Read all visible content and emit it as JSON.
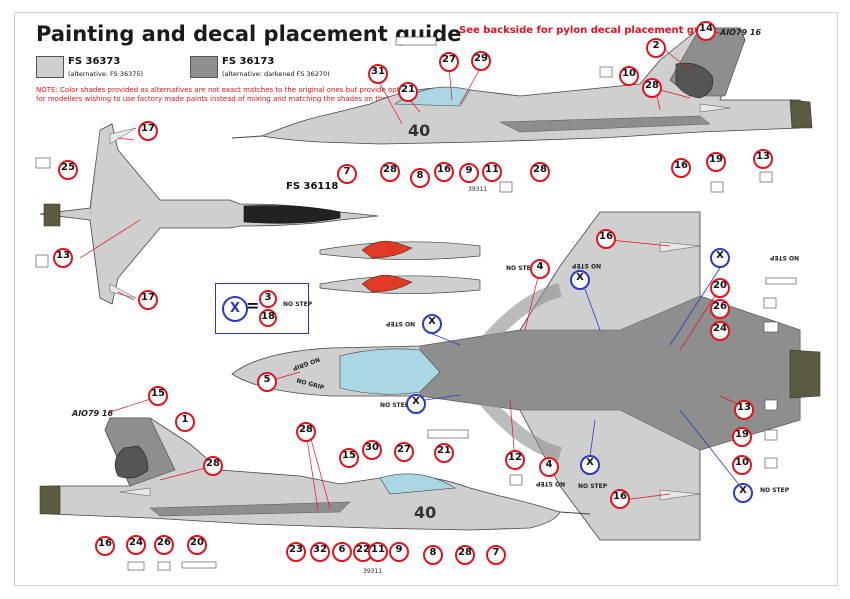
{
  "title": "Painting and decal placement guide",
  "backside_note": "See backside for pylon decal placement guide.",
  "swatches": [
    {
      "name": "FS 36373",
      "alt": "(alternative: FS 36375)",
      "color": "#cfcfcf"
    },
    {
      "name": "FS 36173",
      "alt": "(alternative: darkened FS 36270)",
      "color": "#8e8e8e"
    }
  ],
  "note_lines": [
    "NOTE: Color shades provided as alternatives are not exact matches to the original ones but provide option",
    "for modellers wishing to use factory made paints instead of mixing and matching the shades on their own."
  ],
  "canopy_color_label": "FS 36118",
  "legend": {
    "x": "X",
    "eq": "=",
    "items": [
      "3",
      "18"
    ],
    "no_step": "NO STEP"
  },
  "stencil_text": {
    "no_step": "NO STEP",
    "no_step_inv": "NO STEP",
    "no_grip": "NO GRIP",
    "no_grip_inv": "NO GRIP",
    "tail_code": "AIO79 16",
    "serial": "39311",
    "codes": [
      "40",
      "40"
    ]
  },
  "colors": {
    "light_grey": "#cfcfcf",
    "dark_grey": "#8e8e8e",
    "canopy": "#a9d8e4",
    "callout_red": "#e4121d",
    "callout_blue": "#2b39c4",
    "tiger": "#e03a25"
  },
  "callouts": {
    "top_side": [
      "31",
      "21",
      "27",
      "29",
      "14",
      "2",
      "10",
      "28",
      "7",
      "28",
      "8",
      "16",
      "9",
      "11",
      "28",
      "16",
      "19",
      "13"
    ],
    "plan": [
      "17",
      "25",
      "13",
      "17",
      "5"
    ],
    "underside": [
      "16",
      "4",
      "20",
      "26",
      "24",
      "13",
      "19",
      "10",
      "16",
      "12",
      "4"
    ],
    "bottom_side": [
      "15",
      "1",
      "28",
      "28",
      "30",
      "27",
      "21",
      "15",
      "16",
      "24",
      "26",
      "20",
      "23",
      "32",
      "6",
      "22",
      "11",
      "9",
      "8",
      "28",
      "7"
    ]
  }
}
